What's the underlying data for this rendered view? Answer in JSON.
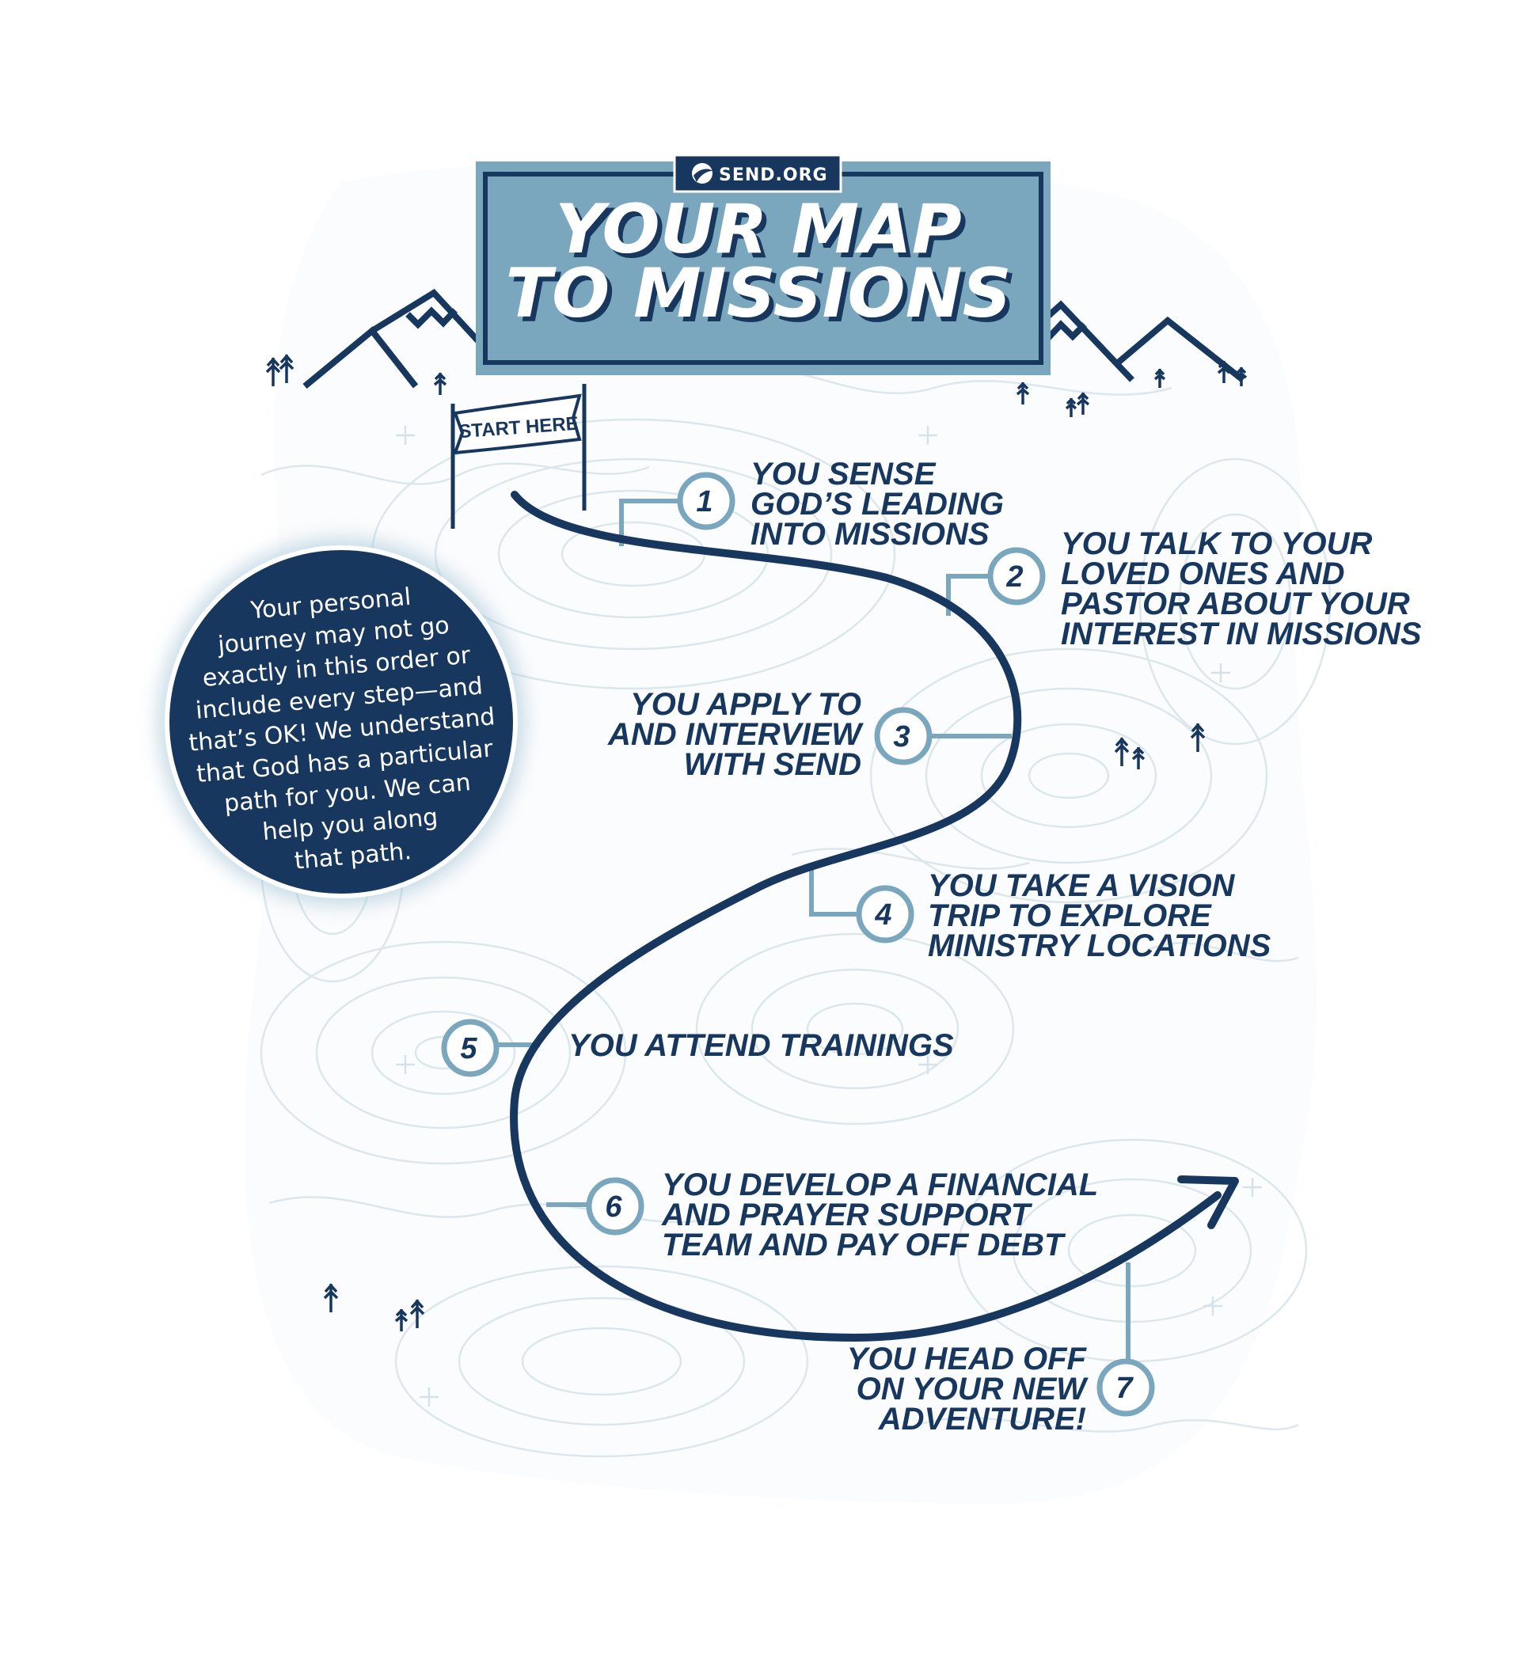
{
  "colors": {
    "navy": "#17375e",
    "steel_blue": "#7aa7bd",
    "light_blue": "#8fb3c5",
    "topo_line": "#dbe6ec",
    "white": "#ffffff"
  },
  "logo": {
    "text": "SEND.ORG",
    "icon": "send-logo-icon"
  },
  "banner": {
    "title_line1": "YOUR MAP",
    "title_line2": "TO MISSIONS"
  },
  "flag": {
    "label": "START HERE"
  },
  "note": {
    "lines": [
      "Your personal",
      "journey may not go",
      "exactly in this order or",
      "include every step—and",
      "that’s OK! We understand",
      "that God has a particular",
      "path for you. We can",
      "help you along",
      "that path."
    ]
  },
  "steps": [
    {
      "number": "1",
      "lines": [
        "YOU SENSE",
        "GOD’S LEADING",
        "INTO MISSIONS"
      ]
    },
    {
      "number": "2",
      "lines": [
        "YOU TALK TO YOUR",
        "LOVED ONES AND",
        "PASTOR ABOUT YOUR",
        "INTEREST IN MISSIONS"
      ]
    },
    {
      "number": "3",
      "lines": [
        "YOU APPLY TO",
        "AND INTERVIEW",
        "WITH SEND"
      ]
    },
    {
      "number": "4",
      "lines": [
        "YOU TAKE A VISION",
        "TRIP TO EXPLORE",
        "MINISTRY LOCATIONS"
      ]
    },
    {
      "number": "5",
      "lines": [
        "YOU ATTEND TRAININGS"
      ]
    },
    {
      "number": "6",
      "lines": [
        "YOU DEVELOP A FINANCIAL",
        "AND PRAYER SUPPORT",
        "TEAM AND PAY OFF DEBT"
      ]
    },
    {
      "number": "7",
      "lines": [
        "YOU HEAD OFF",
        "ON YOUR NEW",
        "ADVENTURE!"
      ]
    }
  ]
}
